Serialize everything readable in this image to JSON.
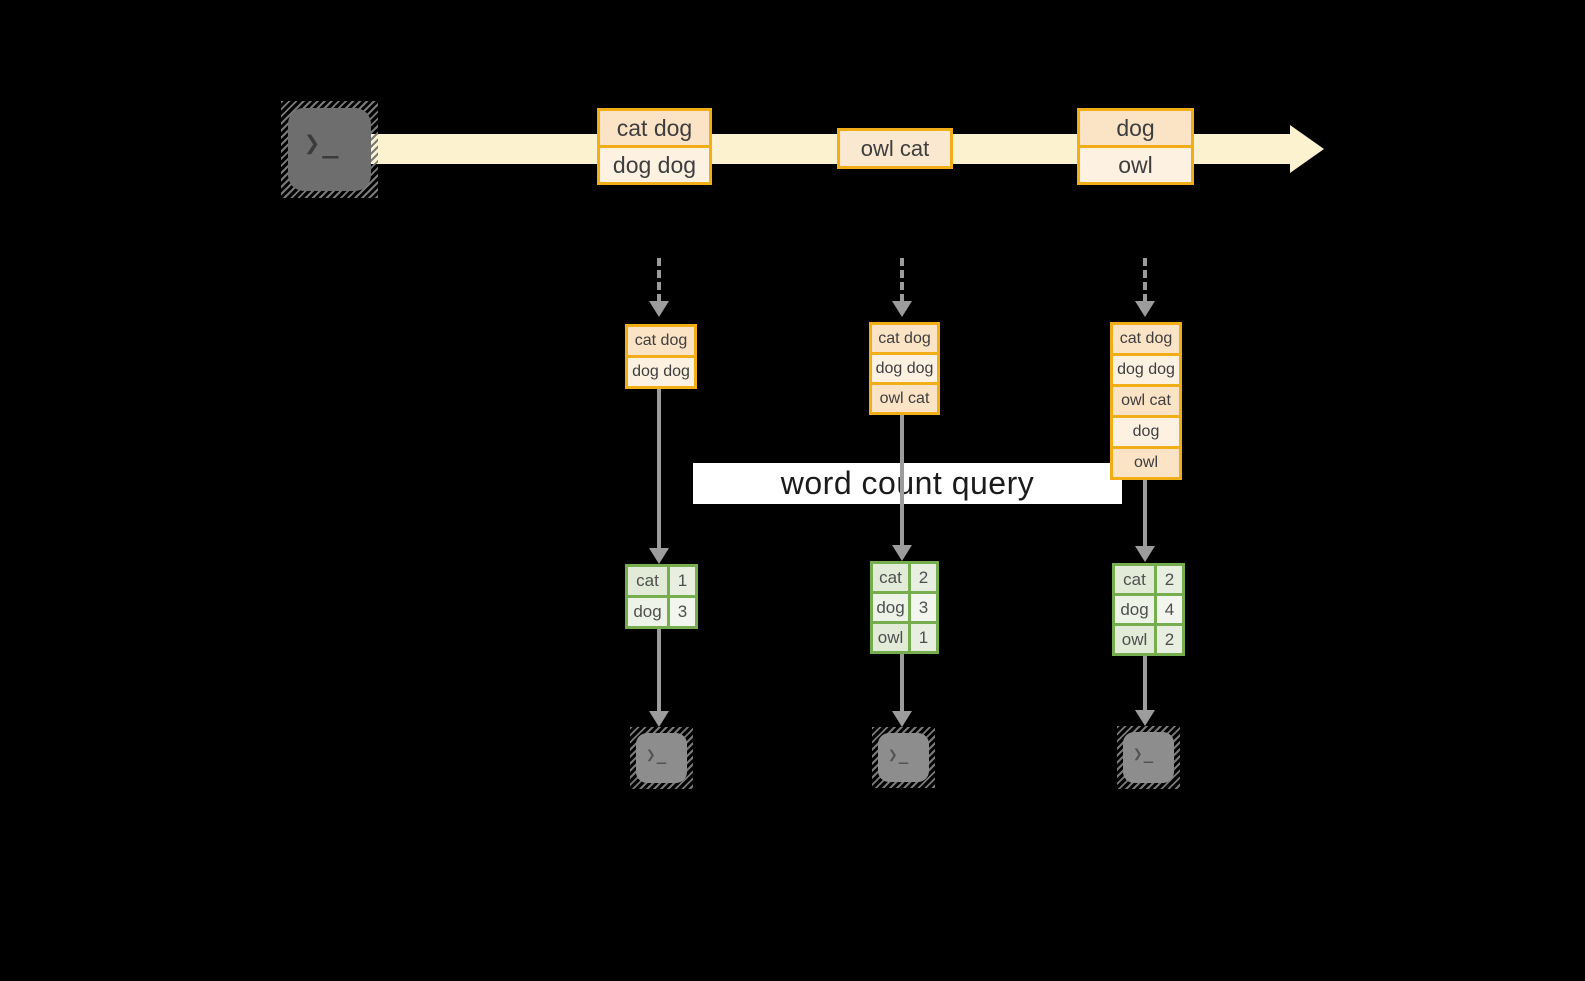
{
  "query": {
    "label": "word count query"
  },
  "icons": {
    "terminal_prompt": "❯_"
  },
  "stream": {
    "batches": [
      {
        "rows": [
          "cat dog",
          "dog dog"
        ]
      },
      {
        "rows": [
          "owl cat"
        ]
      },
      {
        "rows": [
          "dog",
          "owl"
        ]
      }
    ]
  },
  "columns": [
    {
      "input": [
        "cat dog",
        "dog dog"
      ],
      "counts": [
        [
          "cat",
          "1"
        ],
        [
          "dog",
          "3"
        ]
      ]
    },
    {
      "input": [
        "cat dog",
        "dog dog",
        "owl cat"
      ],
      "counts": [
        [
          "cat",
          "2"
        ],
        [
          "dog",
          "3"
        ],
        [
          "owl",
          "1"
        ]
      ]
    },
    {
      "input": [
        "cat dog",
        "dog dog",
        "owl cat",
        "dog",
        "owl"
      ],
      "counts": [
        [
          "cat",
          "2"
        ],
        [
          "dog",
          "4"
        ],
        [
          "owl",
          "2"
        ]
      ]
    }
  ],
  "colors": {
    "accent_gold": "#f2ae16",
    "peach_fill": "#fbe3c6",
    "cream_fill": "#fdf2e2",
    "stream_band": "#fcf2d0",
    "green_border": "#76ad4e",
    "green_cell": "#e2ebd8",
    "arrow_gray": "#9c9c9c",
    "terminal_gray": "#6e6e6e",
    "query_background": "#ffffff"
  }
}
